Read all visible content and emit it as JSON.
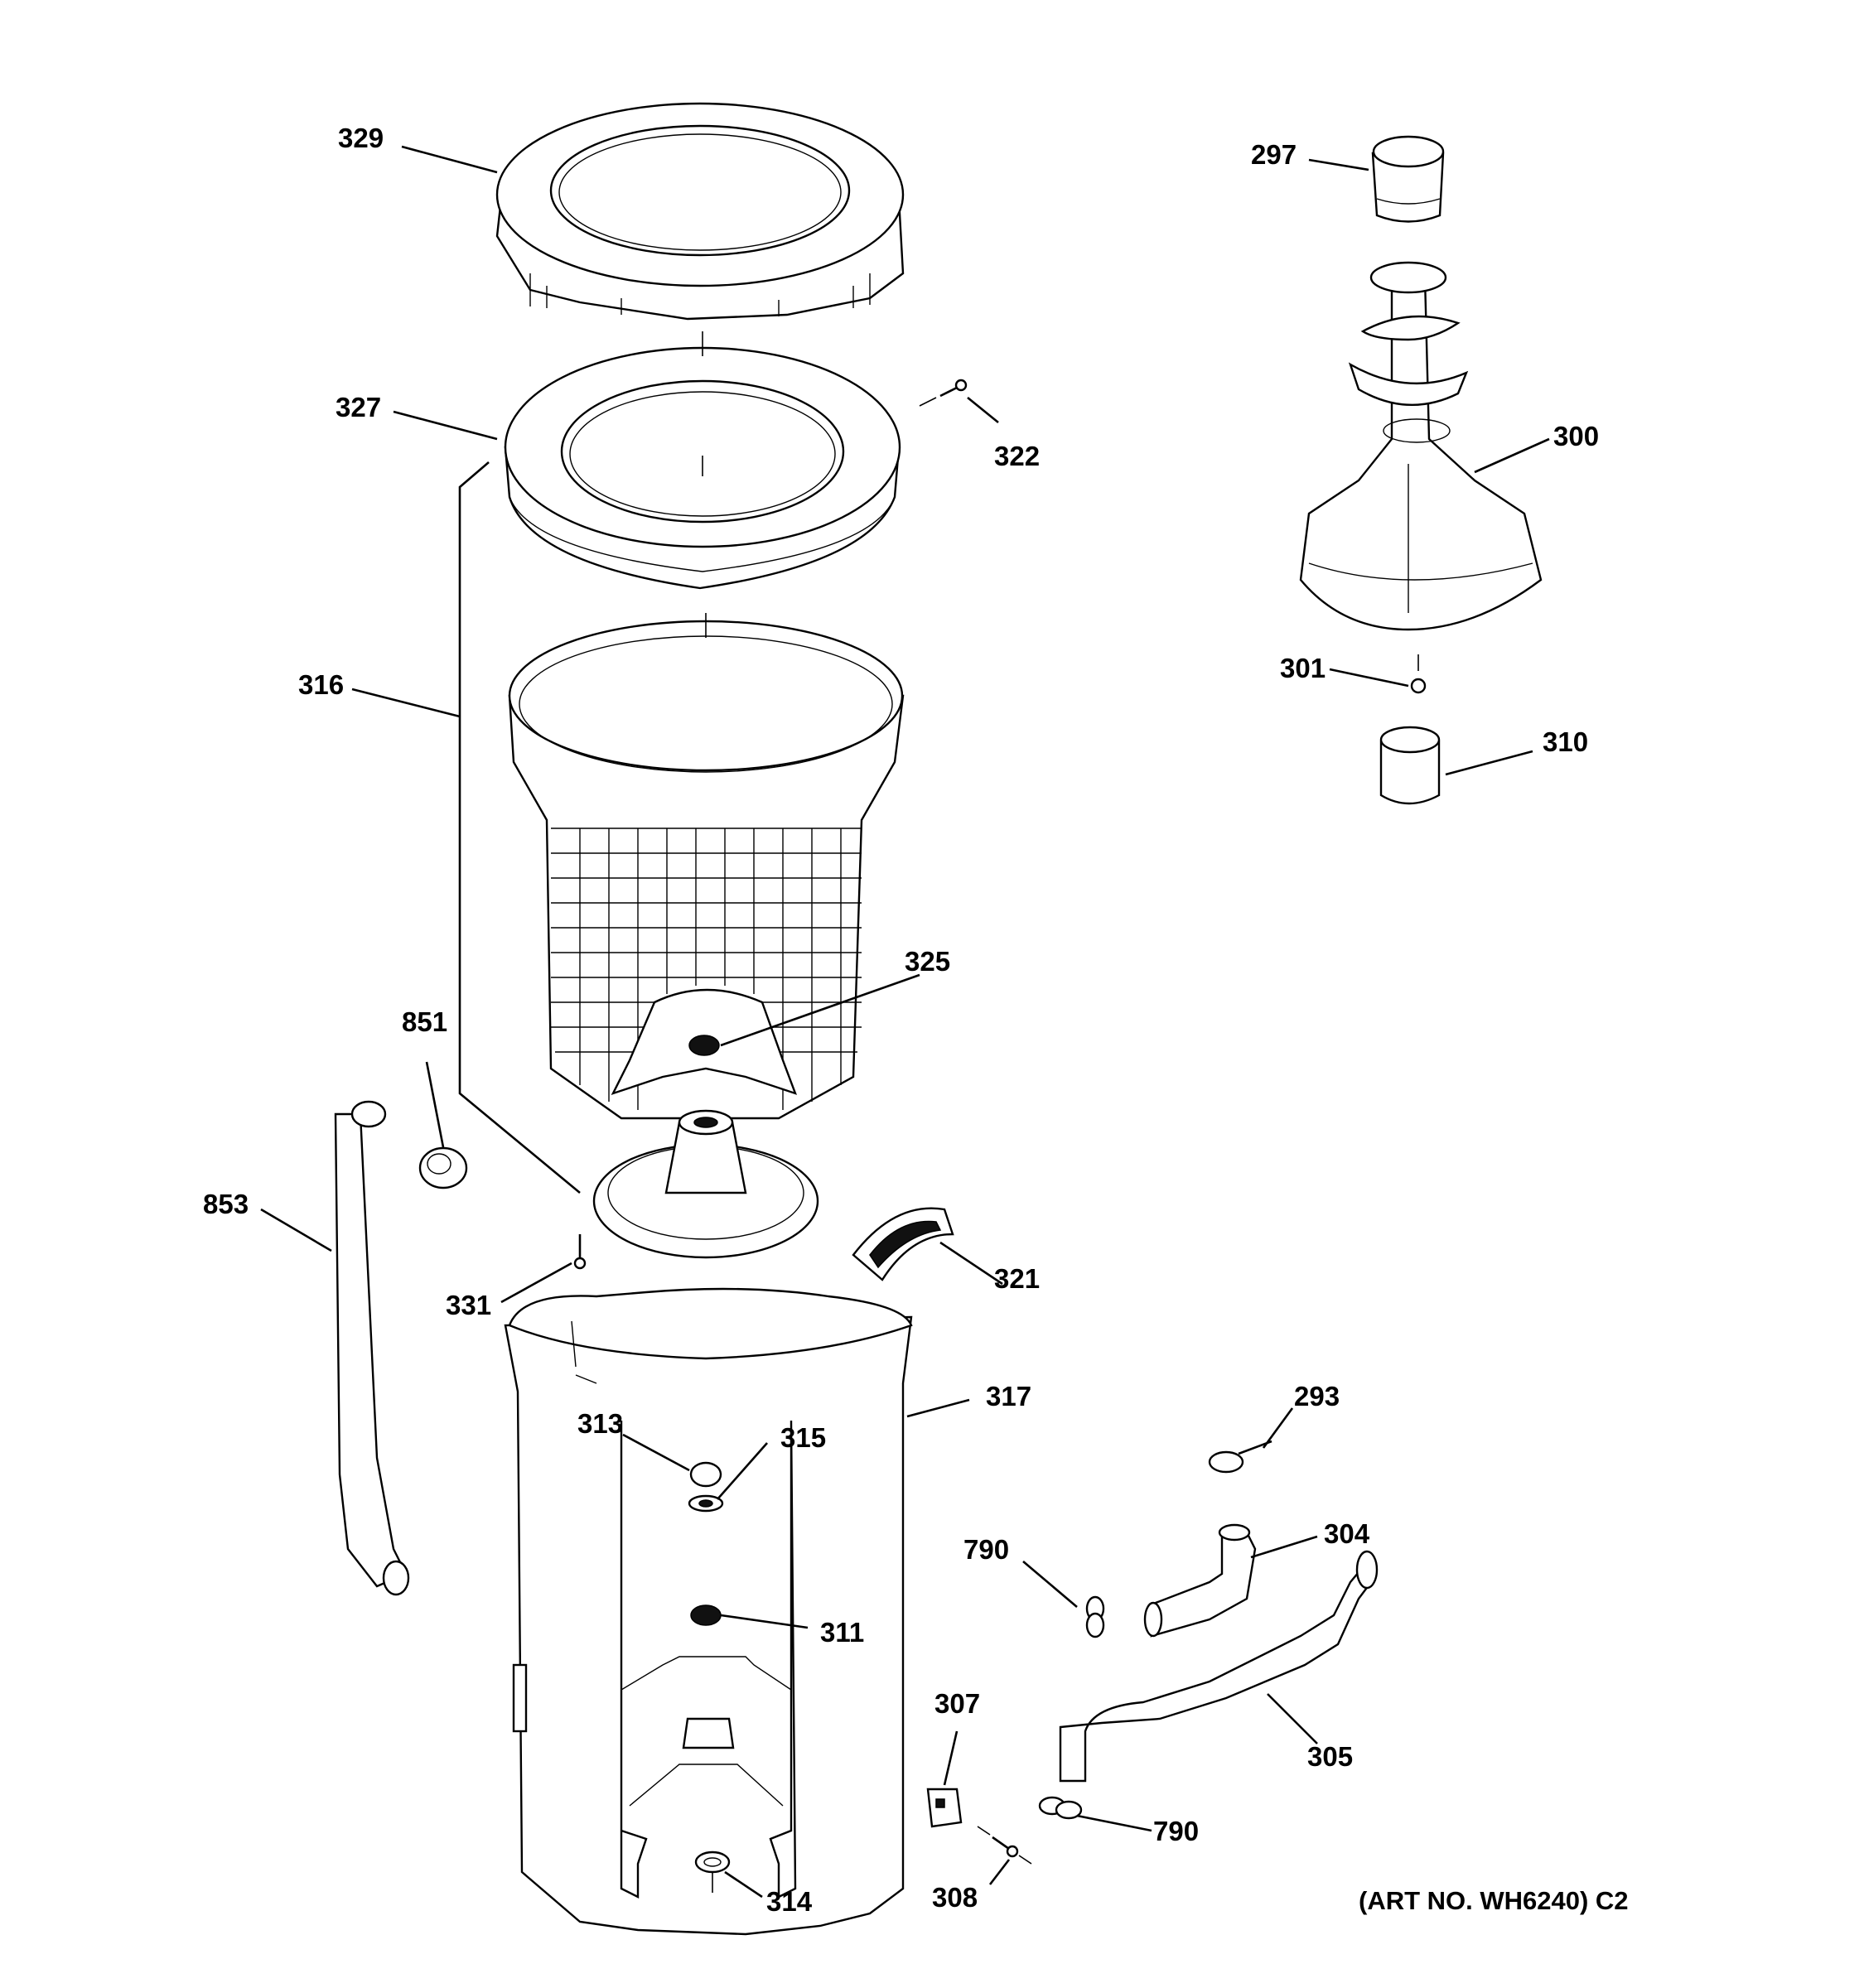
{
  "callouts": {
    "c329": "329",
    "c327": "327",
    "c322": "322",
    "c297": "297",
    "c300": "300",
    "c301": "301",
    "c310": "310",
    "c316": "316",
    "c325": "325",
    "c851": "851",
    "c853": "853",
    "c331": "331",
    "c321": "321",
    "c317": "317",
    "c313": "313",
    "c315": "315",
    "c311": "311",
    "c293": "293",
    "c304": "304",
    "c790a": "790",
    "c790b": "790",
    "c307": "307",
    "c305": "305",
    "c308": "308",
    "c314": "314"
  },
  "footer": {
    "art_number": "(ART NO. WH6240) C2"
  }
}
